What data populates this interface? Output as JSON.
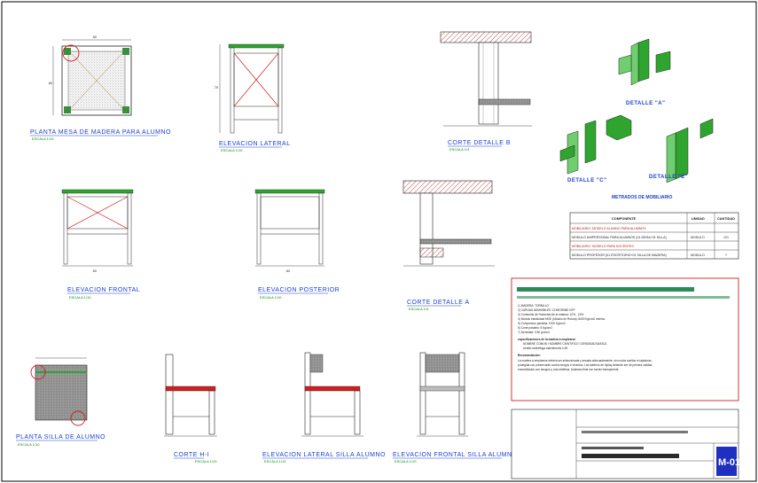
{
  "colors": {
    "caption": "#1a3fd1",
    "scale": "#0a8a0a",
    "wood_top": "#2fa52f",
    "cross": "#d21e1e",
    "hatch_fill": "#c86464",
    "note_border": "#d21e1e",
    "bar": "#2e8b57",
    "stamp": "#1f2fbf"
  },
  "captions": {
    "plan_table": "PLANTA MESA DE MADERA PARA ALUMNO",
    "plan_table_scale": "ESCALA 1/10",
    "elev_lateral": "ELEVACION LATERAL",
    "elev_lateral_scale": "ESCALA 1/10",
    "corte_b": "CORTE DETALLE B",
    "corte_b_scale": "ESCALA 1/3",
    "elev_frontal": "ELEVACION FRONTAL",
    "elev_frontal_scale": "ESCALA 1/10",
    "elev_posterior": "ELEVACION POSTERIOR",
    "elev_posterior_scale": "ESCALA 1/10",
    "corte_a": "CORTE DETALLE A",
    "corte_a_scale": "ESCALA 1/3",
    "plan_chair": "PLANTA SILLA DE ALUMNO",
    "plan_chair_scale": "ESCALA 1/10",
    "corte_h": "CORTE H-I",
    "corte_h_scale": "ESCALA 1/10",
    "elev_lat_chair": "ELEVACION LATERAL SILLA ALUMNO",
    "elev_lat_chair_scale": "ESCALA 1/10",
    "elev_front_chair": "ELEVACION FRONTAL SILLA ALUMNO",
    "elev_front_chair_scale": "ESCALA 1/10"
  },
  "details": {
    "a": "DETALLE \"A\"",
    "c": "DETALLE \"C\"",
    "d": "DETALLE \"E\""
  },
  "metrados": {
    "title": "METRADOS DE MOBILIARIO",
    "headers": [
      "COMPONENTE",
      "UNIDAD",
      "CANTIDAD"
    ],
    "rows": [
      [
        "MOBILIARIO: MODELO ALUMNO PARA ALUMNOS",
        "",
        ""
      ],
      [
        "MODULO UNIPERSONAL PARA ALUMNOS (01 MESA+01 SILLA)",
        "MODULO",
        "121"
      ],
      [
        "MOBILIARIO: MODELO PARA DOCENTES",
        "",
        ""
      ],
      [
        "MODULO PROFESOR (01 ESCRITORIO+01 SILLA DE MADERA)",
        "MODULO",
        "7"
      ]
    ]
  },
  "notes": {
    "lines": [
      "1) MADERA: TORNILLO",
      "2) CARGAS ADMISIBLES: CONFORME NTP",
      "3) Contenido de Humedad de la madera: 12% - 15%",
      "4) Modulo elasticidad MOE (Modulo de Rotura): 8400 Kg/cm2 minimo",
      "5) Compresion paralela: 1000 Kg/cm2",
      "6) Corte paralelo: 5 Kg/cm2",
      "7) Densidad: 0.50 gr/cm3"
    ],
    "spec_label": "especificaciones de la madera a emplearse",
    "spec_line": "NOMBRE COMUN   /   NOMBRE CIENTIFICO   /   DENSIDAD BASICA",
    "spec_line2": "tornillo        cedrelinga cateniformis          0.45",
    "remark_title": "Recomendacion:",
    "remark_lines": [
      "La madera a emplearse deberá ser seleccionada y secada adecuadamente, sin nudos sueltos ni rajaduras,",
      "protegida con preservante contra hongos e insectos. Los tableros de triplay deberán ser de primera calidad,",
      "ensamblados con tarugos y cola sintética. Acabado final con barniz transparente."
    ]
  },
  "titleblock": {
    "sheet_code": "M-01"
  }
}
